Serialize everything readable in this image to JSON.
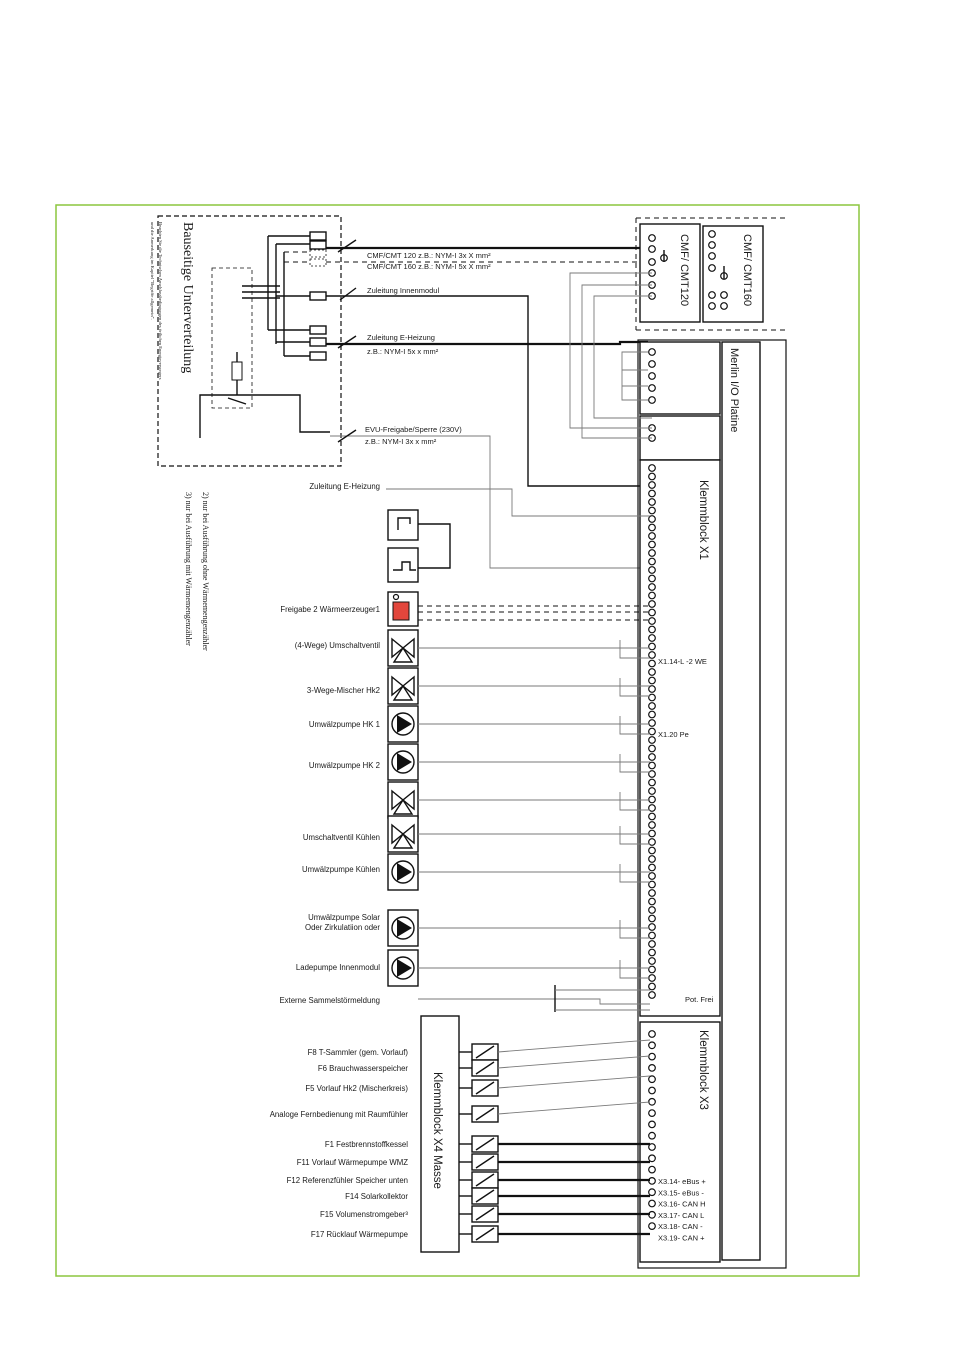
{
  "colors": {
    "frame": "#8cc63f",
    "line": "#111111",
    "thin_line": "#7a7a7a",
    "component_fill": "#e2463c"
  },
  "distribution": {
    "title": "Bauseitige Unterverteilung",
    "note_line1": "Beachten Sie die Technischen Anschlussbedingungen des örtlichen Energieversorgers",
    "note_line2": "und die Anmerkung im Kapitel \"Begriffe allgemein\"."
  },
  "feeds": {
    "cable1_line1": "CMF/CMT 120 z.B.: NYM-I 3x X mm²",
    "cable1_line2": "CMF/CMT 160 z.B.: NYM-I 5x X mm²",
    "cable2": "Zuleitung Innenmodul",
    "cable3_line1": "Zuleitung E-Heizung",
    "cable3_line2": "z.B.: NYM-I 5x x mm²",
    "cable4_line1": "EVU-Freigabe/Sperre (230V)",
    "cable4_line2": "z.B.: NYM-I 3x x mm²"
  },
  "footnotes": {
    "note2": "2) nur bei Ausführung ohne Wärmemengenzähler",
    "note3": "3) nur bei Ausführung mit Wärmemengenzähler"
  },
  "modules": {
    "cmf160": "CMF/ CMT160",
    "cmf120": "CMF/ CMT120",
    "merlin": "Merlin I/O Platine",
    "x1": "Klemmblock X1",
    "x3": "Klemmblock X3",
    "x4": "Klemmblock X4 Masse"
  },
  "components": [
    "Zuleitung E-Heizung",
    "Freigabe 2 Wärmeerzeuger1",
    "(4-Wege) Umschaltventil",
    "3-Wege-Mischer Hk2",
    "Umwälzpumpe HK 1",
    "Umwälzpumpe HK 2",
    "Umschaltventil Kühlen",
    "Umwälzpumpe Kühlen",
    "Umwälzpumpe Solar",
    "Oder Zirkulatiion oder",
    "Ladepumpe Innenmodul",
    "Externe Sammelstörmeldung"
  ],
  "sensors": [
    "F8 T-Sammler (gem. Vorlauf)",
    "F6 Brauchwasserspeicher",
    "F5 Vorlauf Hk2 (Mischerkreis)",
    "Analoge Fernbedienung mit Raumfühler",
    "F1 Festbrennstoffkessel",
    "F11 Vorlauf Wärmepumpe WMZ",
    "F12 Referenzfühler Speicher unten",
    "F14 Solarkollektor",
    "F15 Volumenstromgeber³",
    "F17 Rücklauf Wärmepumpe"
  ],
  "terminal_labels": {
    "x1_14": "X1.14-L -2 WE",
    "x1_20": "X1.20 Pe",
    "pot_frei": "Pot. Frei",
    "x3_labels": [
      "X3.14- eBus +",
      "X3.15- eBus -",
      "X3.16- CAN H",
      "X3.17- CAN L",
      "X3.18- CAN -",
      "X3.19- CAN +"
    ]
  }
}
